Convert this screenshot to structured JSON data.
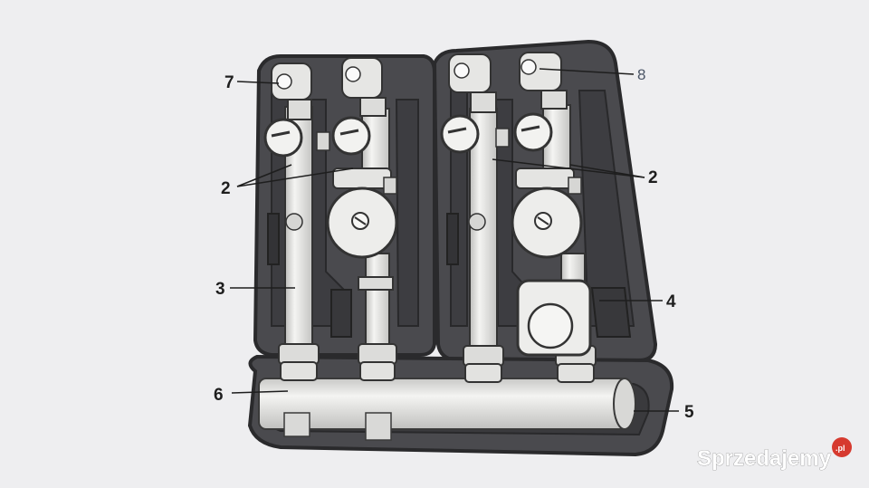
{
  "callouts": {
    "c7": "7",
    "c8": "8",
    "c2_left": "2",
    "c2_right": "2",
    "c3": "3",
    "c4": "4",
    "c5": "5",
    "c6": "6"
  },
  "watermark": {
    "brand": "Sprzedajemy",
    "tld": ".pl"
  },
  "colors": {
    "background": "#eeeef0",
    "insulation": "#4a4a4e",
    "insulation_edge": "#2a2a2c",
    "pipe": "#e6e6e4",
    "pump": "#ededeb",
    "badge": "#d63a2f"
  }
}
